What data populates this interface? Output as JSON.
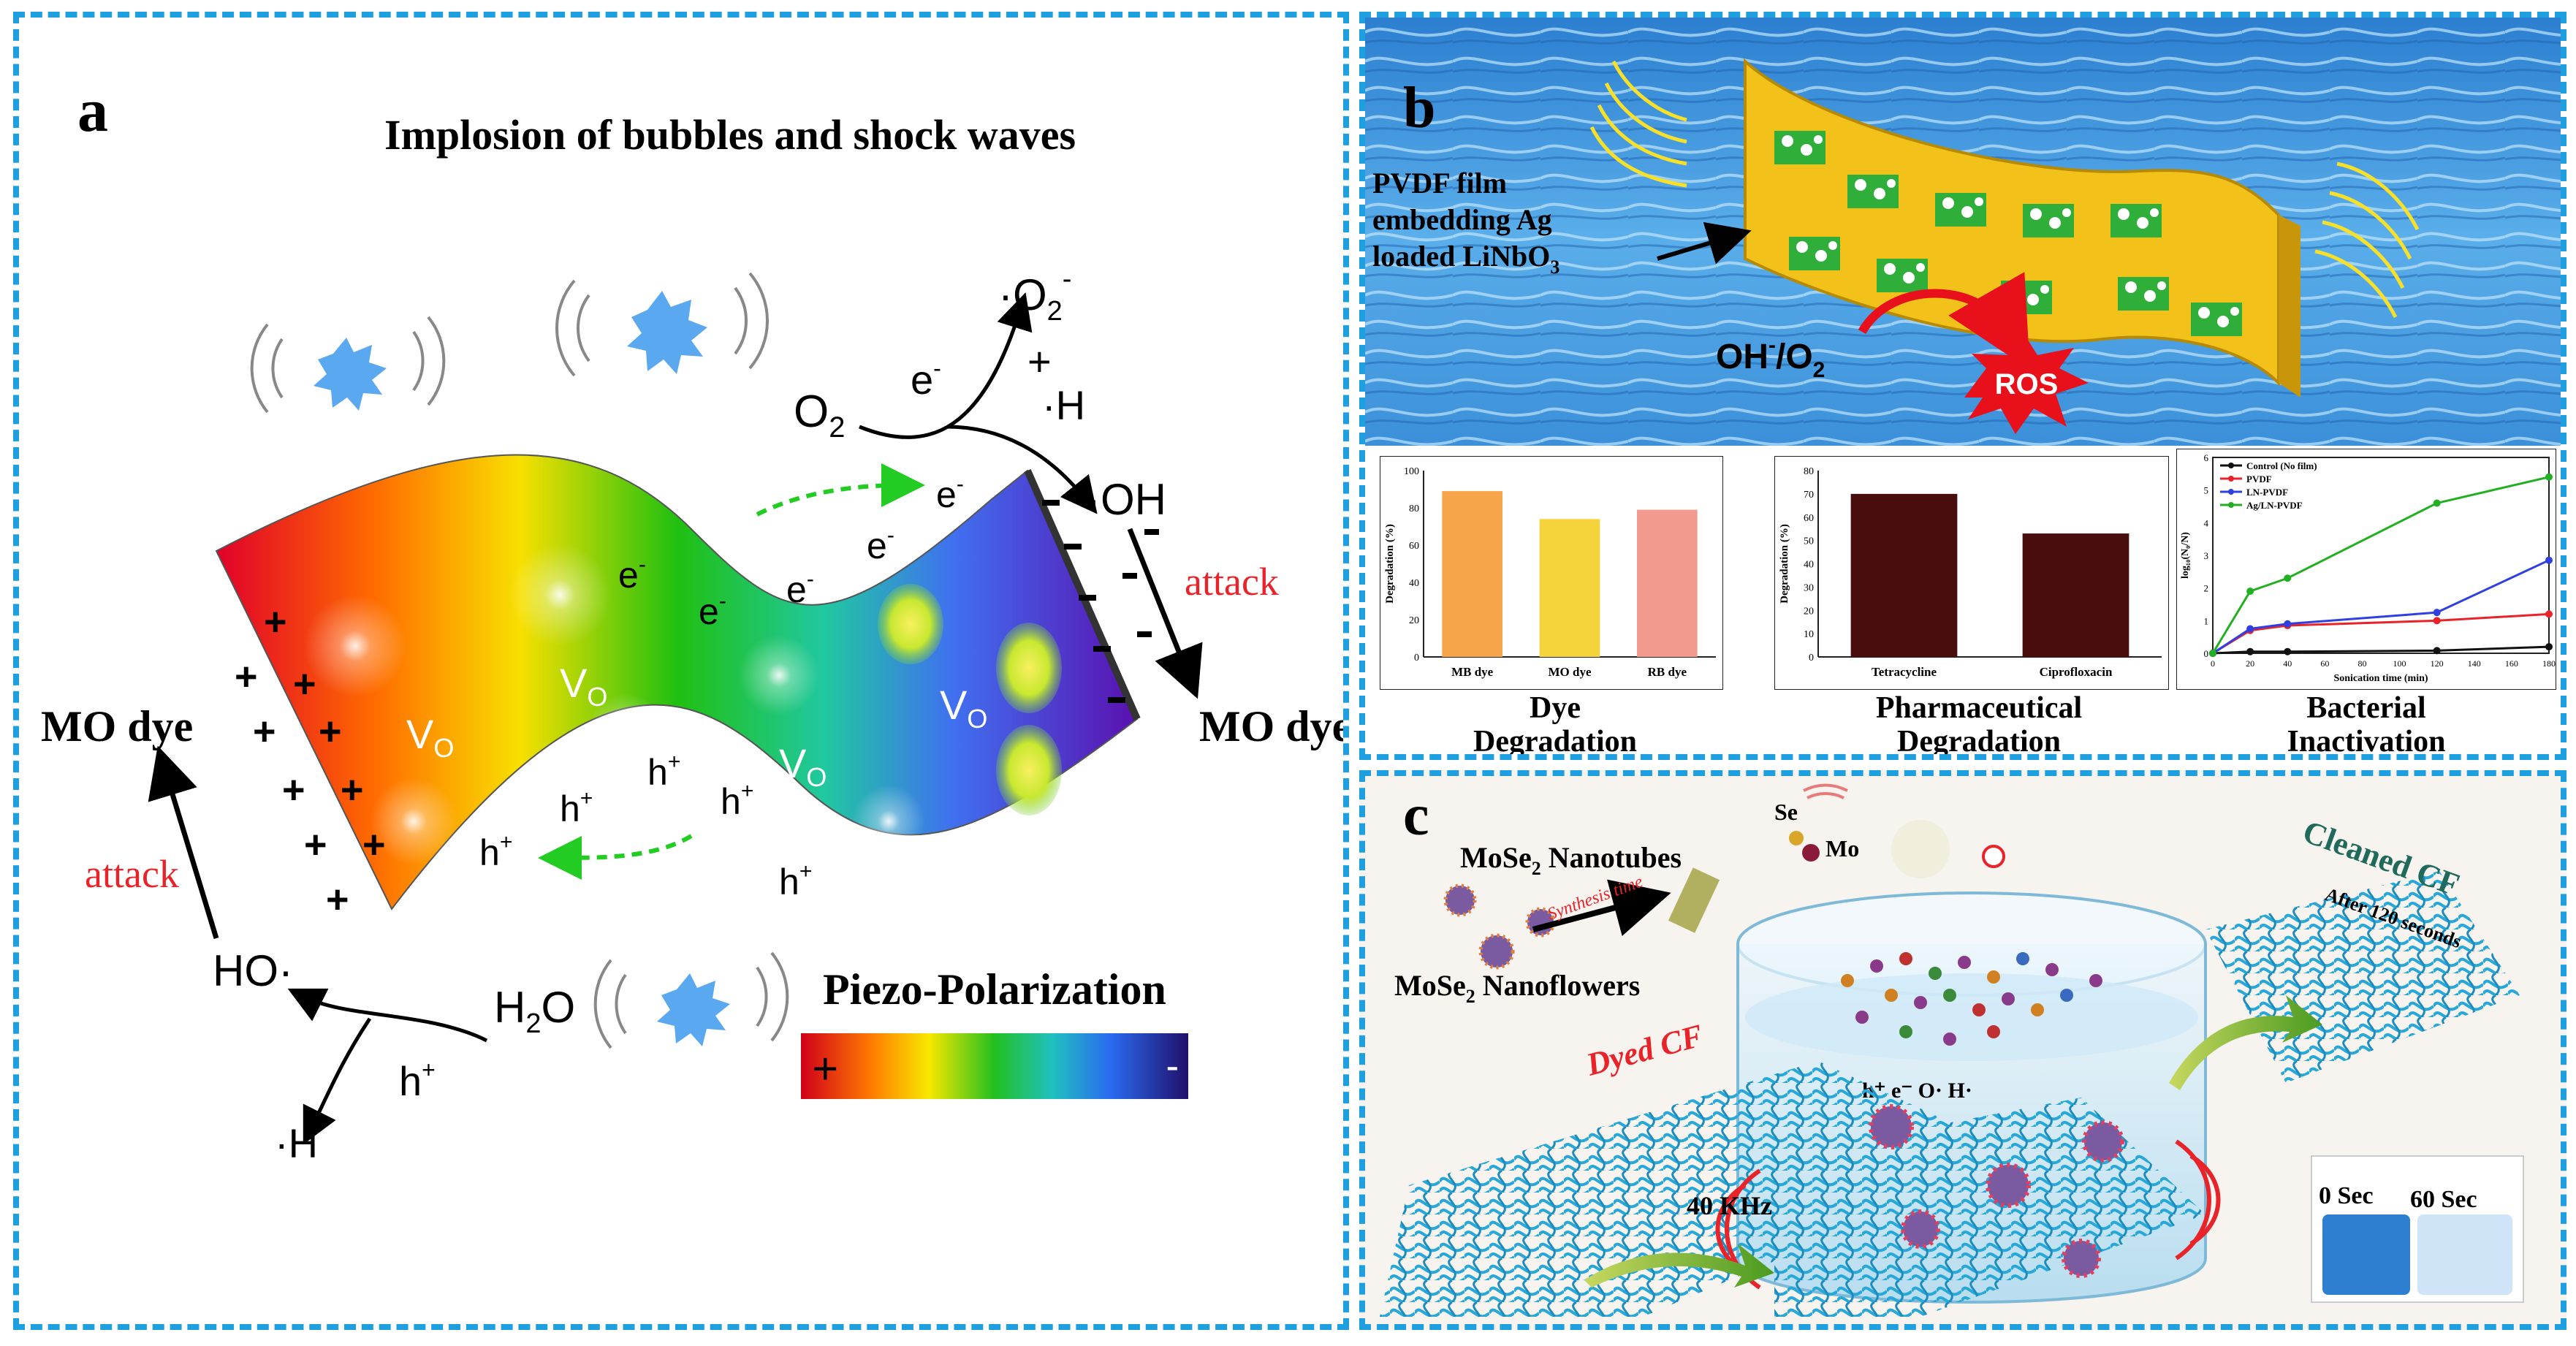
{
  "colors": {
    "border": "#1e9fe0",
    "attack": "#e8232a",
    "positive": "#ff0000",
    "negative": "#4b00a0",
    "water": "#3b8fd8",
    "film": "#f2c21a",
    "ros": "#e8101a",
    "mesh": "#27a8d8"
  },
  "panel_a": {
    "letter": "a",
    "title": "Implosion of bubbles and shock waves",
    "o2": "O",
    "o2_sub": "2",
    "e_minus": "e",
    "superoxide": "·O",
    "superoxide_sub": "2",
    "plus_h_plus": "+",
    "plus_h": "·H",
    "oh_radical": "·OH",
    "attack_right": "attack",
    "attack_left": "attack",
    "mo_dye_left": "MO dye",
    "mo_dye_right": "MO dye",
    "ho_radical": "HO·",
    "h2o": "H",
    "h2o_sub": "2",
    "h2o_o": "O",
    "h_plus": "h",
    "h_dot": "·H",
    "vo": "V",
    "vo_sub": "O",
    "electron": "e",
    "hole": "h",
    "piezo_label": "Piezo-Polarization",
    "scale_plus": "+",
    "scale_minus": "-",
    "icons": [
      "bubble-icon",
      "shock-wave-icon"
    ]
  },
  "panel_b": {
    "letter": "b",
    "film_label_1": "PVDF film",
    "film_label_2": "embedding Ag",
    "film_label_3": "loaded LiNbO",
    "film_label_3_sub": "3",
    "oh_o2": "OH",
    "oh_o2_mid": "/O",
    "oh_o2_sub": "2",
    "ros": "ROS",
    "captions": [
      {
        "line1": "Dye",
        "line2": "Degradation"
      },
      {
        "line1": "Pharmaceutical",
        "line2": "Degradation"
      },
      {
        "line1": "Bacterial",
        "line2": "Inactivation"
      }
    ]
  },
  "panel_c": {
    "letter": "c",
    "se": "Se",
    "mo": "Mo",
    "nanotubes": "MoSe",
    "nanotubes_sub": "2",
    "nanotubes_rest": " Nanotubes",
    "synthesis": "Synthesis time",
    "nanoflowers": "MoSe",
    "nanoflowers_sub": "2",
    "nanoflowers_rest": " Nanoflowers",
    "dyed_cf": "Dyed CF",
    "cleaned_cf": "Cleaned CF",
    "after": "After 120 seconds",
    "freq": "40 KHz",
    "reaction": "h⁺ e⁻ O· H·",
    "vial_0": "0 Sec",
    "vial_60": "60 Sec"
  },
  "chart_data": [
    {
      "type": "bar",
      "title": "",
      "xlabel": "",
      "ylabel": "Degradation (%)",
      "categories": [
        "MB dye",
        "MO dye",
        "RB dye"
      ],
      "values": [
        89,
        74,
        79
      ],
      "ylim": [
        0,
        100
      ],
      "yticks": [
        0,
        20,
        40,
        60,
        80,
        100
      ],
      "colors": [
        "#f7a54a",
        "#f5d33a",
        "#f29a8e"
      ]
    },
    {
      "type": "bar",
      "title": "",
      "xlabel": "",
      "ylabel": "Degradation (%)",
      "categories": [
        "Tetracycline",
        "Ciprofloxacin"
      ],
      "values": [
        70,
        53
      ],
      "ylim": [
        0,
        80
      ],
      "yticks": [
        0,
        10,
        20,
        30,
        40,
        50,
        60,
        70,
        80
      ],
      "colors": [
        "#4a0d0d",
        "#4a0d0d"
      ]
    },
    {
      "type": "line",
      "title": "",
      "xlabel": "Sonication time (min)",
      "ylabel": "log₁₀(N₀/N)",
      "x": [
        0,
        20,
        40,
        120,
        180
      ],
      "xticks": [
        0,
        20,
        40,
        60,
        80,
        100,
        120,
        140,
        160,
        180
      ],
      "ylim": [
        0,
        6
      ],
      "yticks": [
        0,
        1,
        2,
        3,
        4,
        5,
        6
      ],
      "legend_position": "top-left",
      "series": [
        {
          "name": "Control (No film)",
          "color": "#111111",
          "values": [
            0,
            0.05,
            0.05,
            0.08,
            0.2
          ]
        },
        {
          "name": "PVDF",
          "color": "#e8232a",
          "values": [
            0,
            0.7,
            0.85,
            1.0,
            1.2
          ]
        },
        {
          "name": "LN-PVDF",
          "color": "#3040e0",
          "values": [
            0,
            0.75,
            0.9,
            1.25,
            2.85
          ]
        },
        {
          "name": "Ag/LN-PVDF",
          "color": "#22b022",
          "values": [
            0,
            1.9,
            2.3,
            4.6,
            5.4
          ]
        }
      ]
    }
  ]
}
